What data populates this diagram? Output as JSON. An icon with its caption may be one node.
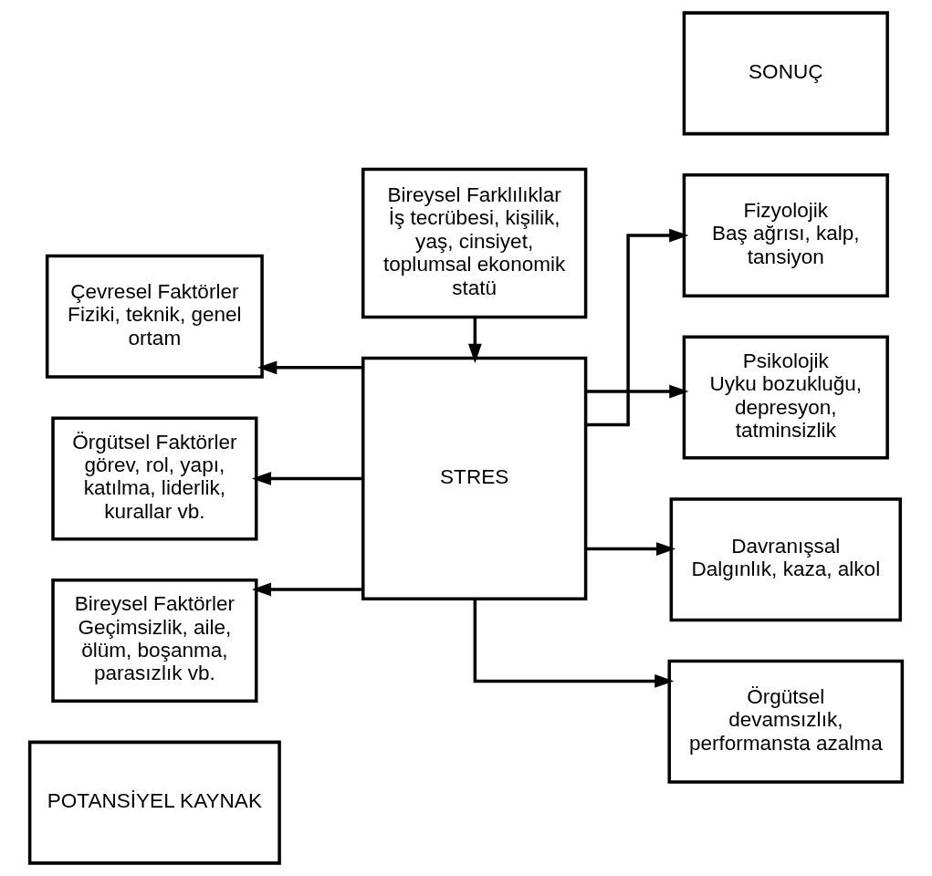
{
  "diagram": {
    "nodes": [
      {
        "text": [
          "POTANSİYEL KAYNAK"
        ]
      },
      {
        "text": [
          "Bireysel Farklılıklar",
          "İş tecrübesi, kişilik, yaş, cinsiyet, toplumsal ekonomik statü"
        ]
      },
      {
        "text": [
          "SONUÇ"
        ]
      },
      {
        "text": [
          "Çevresel Faktörler",
          "Fiziki, teknik, genel ortam"
        ]
      },
      {
        "text": [
          "Fizyolojik",
          "Baş ağrısı, kalp, tansiyon"
        ]
      },
      {
        "text": [
          "STRES"
        ]
      },
      {
        "text": [
          "Örgütsel Faktörler",
          "görev, rol, yapı, katılma, liderlik, kurallar vb."
        ]
      },
      {
        "text": [
          "Psikolojik",
          "Uyku bozukluğu, depresyon, tatminsizlik"
        ]
      },
      {
        "text": [
          "Davranışsal",
          "Dalgınlık, kaza, alkol"
        ]
      },
      {
        "text": [
          "Bireysel Faktörler",
          "Geçimsizlik, aile, ölüm, boşanma, parasızlık vb."
        ]
      },
      {
        "text": [
          "Örgütsel",
          "devamsızlık, performansta azalma"
        ]
      }
    ],
    "edges": [
      {
        "from": 1,
        "to": 5,
        "arrow": "to"
      },
      {
        "from": 5,
        "to": 3,
        "arrow": "to"
      },
      {
        "from": 5,
        "to": 6,
        "arrow": "to"
      },
      {
        "from": 5,
        "to": 9,
        "arrow": "to"
      },
      {
        "from": 5,
        "to": 4,
        "arrow": "to"
      },
      {
        "from": 5,
        "to": 7,
        "arrow": "to"
      },
      {
        "from": 5,
        "to": 8,
        "arrow": "to"
      },
      {
        "from": 5,
        "to": 10,
        "arrow": "to"
      }
    ]
  }
}
